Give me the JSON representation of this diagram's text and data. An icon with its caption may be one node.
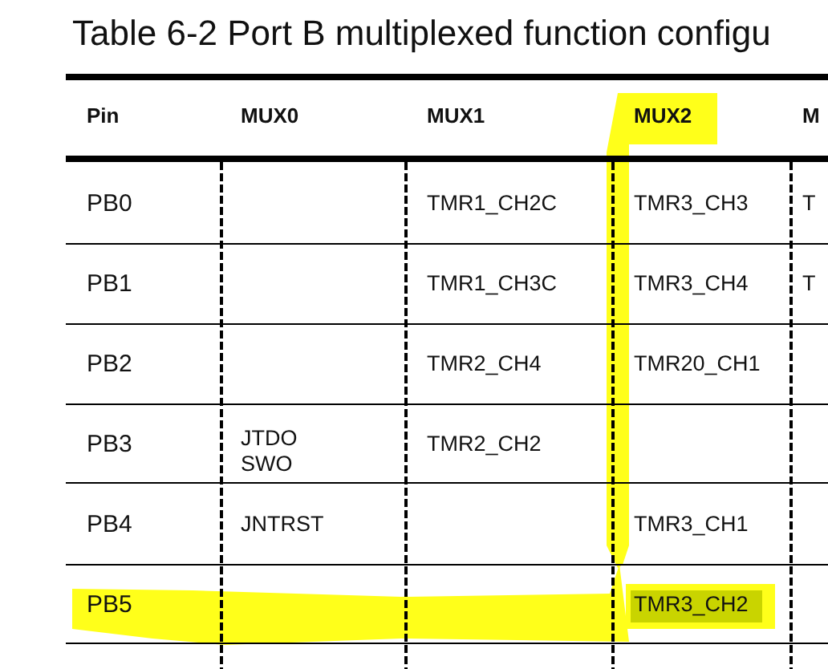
{
  "diagram": {
    "title": "Table 6-2 Port B multiplexed function configu",
    "labels": [
      "Pin",
      "MUX0",
      "MUX1",
      "MUX2",
      "M",
      "PB0",
      "TMR1_CH2C",
      "TMR3_CH3",
      "T",
      "PB1",
      "TMR1_CH3C",
      "TMR3_CH4",
      "T",
      "PB2",
      "TMR2_CH4",
      "TMR20_CH1",
      "PB3",
      "JTDO SWO",
      "TMR2_CH2",
      "PB4",
      "JNTRST",
      "TMR3_CH1",
      "PB5",
      "TMR3_CH2"
    ]
  }
}
